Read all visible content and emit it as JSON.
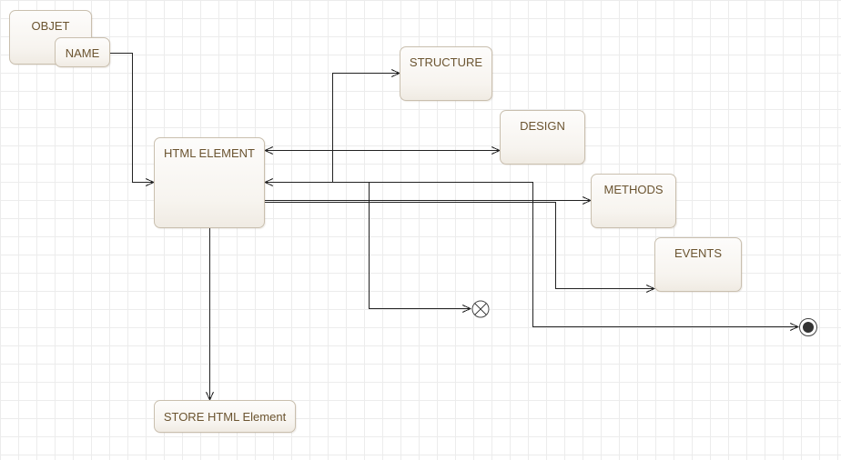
{
  "diagram": {
    "states": {
      "objet": "OBJET",
      "name": "NAME",
      "html_element": "HTML ELEMENT",
      "structure": "STRUCTURE",
      "design": "DESIGN",
      "methods": "METHODS",
      "events": "EVENTS",
      "store": "STORE HTML Element"
    }
  },
  "colors": {
    "state_border": "#c9bfae",
    "state_text": "#6b5430",
    "connector": "#222222"
  }
}
